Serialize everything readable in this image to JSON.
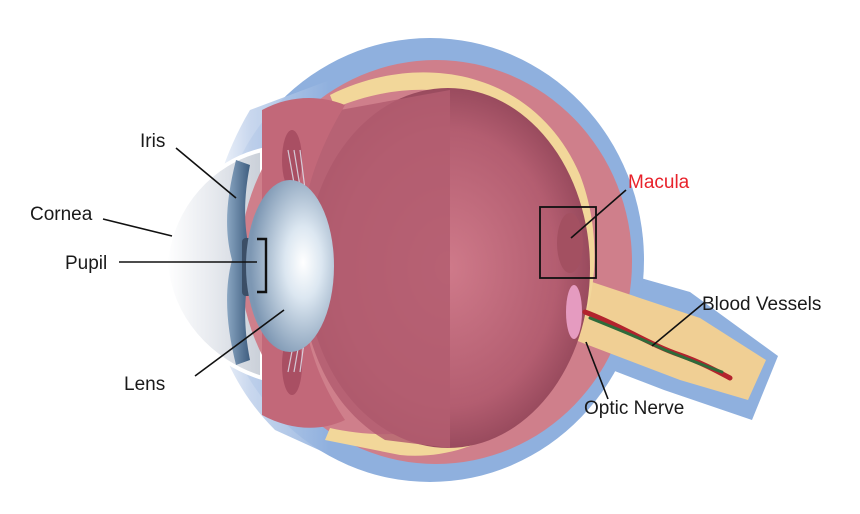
{
  "labels": {
    "iris": "Iris",
    "cornea": "Cornea",
    "pupil": "Pupil",
    "lens": "Lens",
    "macula": "Macula",
    "blood_vessels": "Blood Vessels",
    "optic_nerve": "Optic Nerve"
  },
  "colors": {
    "macula_label": "#e8222b",
    "sclera_outer": "#8fb0de",
    "sclera_inner": "#cf7f8b",
    "choroid_band": "#f2d79a",
    "vitreous": "#b35d70",
    "lens": "#b7c9dc",
    "cornea": "#dfe3e9",
    "optic_nerve": "#f0cf94",
    "blood_vessel_red": "#b3232d",
    "blood_vessel_green": "#2f6b3a"
  },
  "icons": {
    "macula_marker": "square-outline-icon",
    "pupil_marker": "bracket-icon"
  }
}
